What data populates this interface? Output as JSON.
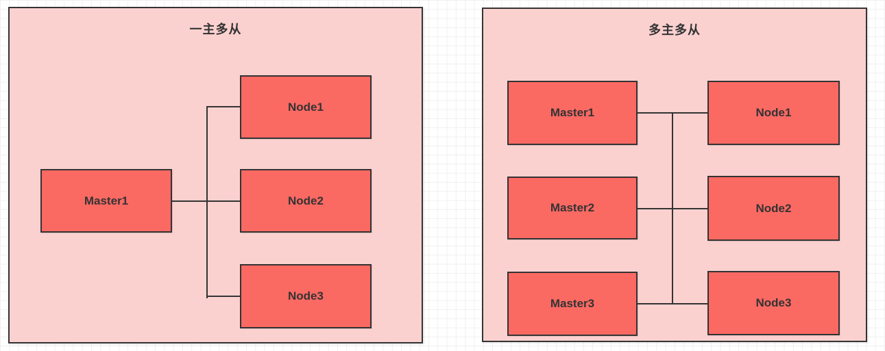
{
  "diagram": {
    "colors": {
      "panel_fill": "#fbd1d0",
      "node_fill": "#fb6963",
      "stroke": "#333333",
      "text": "#333333",
      "grid_line": "#f0f0f0"
    },
    "panels": [
      {
        "title": "一主多从",
        "boxes": [
          {
            "label": "Master1"
          },
          {
            "label": "Node1"
          },
          {
            "label": "Node2"
          },
          {
            "label": "Node3"
          }
        ],
        "connections": [
          "Master1-Node1",
          "Master1-Node2",
          "Master1-Node3"
        ]
      },
      {
        "title": "多主多从",
        "boxes": [
          {
            "label": "Master1"
          },
          {
            "label": "Node1"
          },
          {
            "label": "Master2"
          },
          {
            "label": "Node2"
          },
          {
            "label": "Master3"
          },
          {
            "label": "Node3"
          }
        ],
        "connections": [
          "Master1-Node1",
          "Master2-Node2",
          "Master3-Node3",
          "shared-trunk"
        ]
      }
    ]
  }
}
